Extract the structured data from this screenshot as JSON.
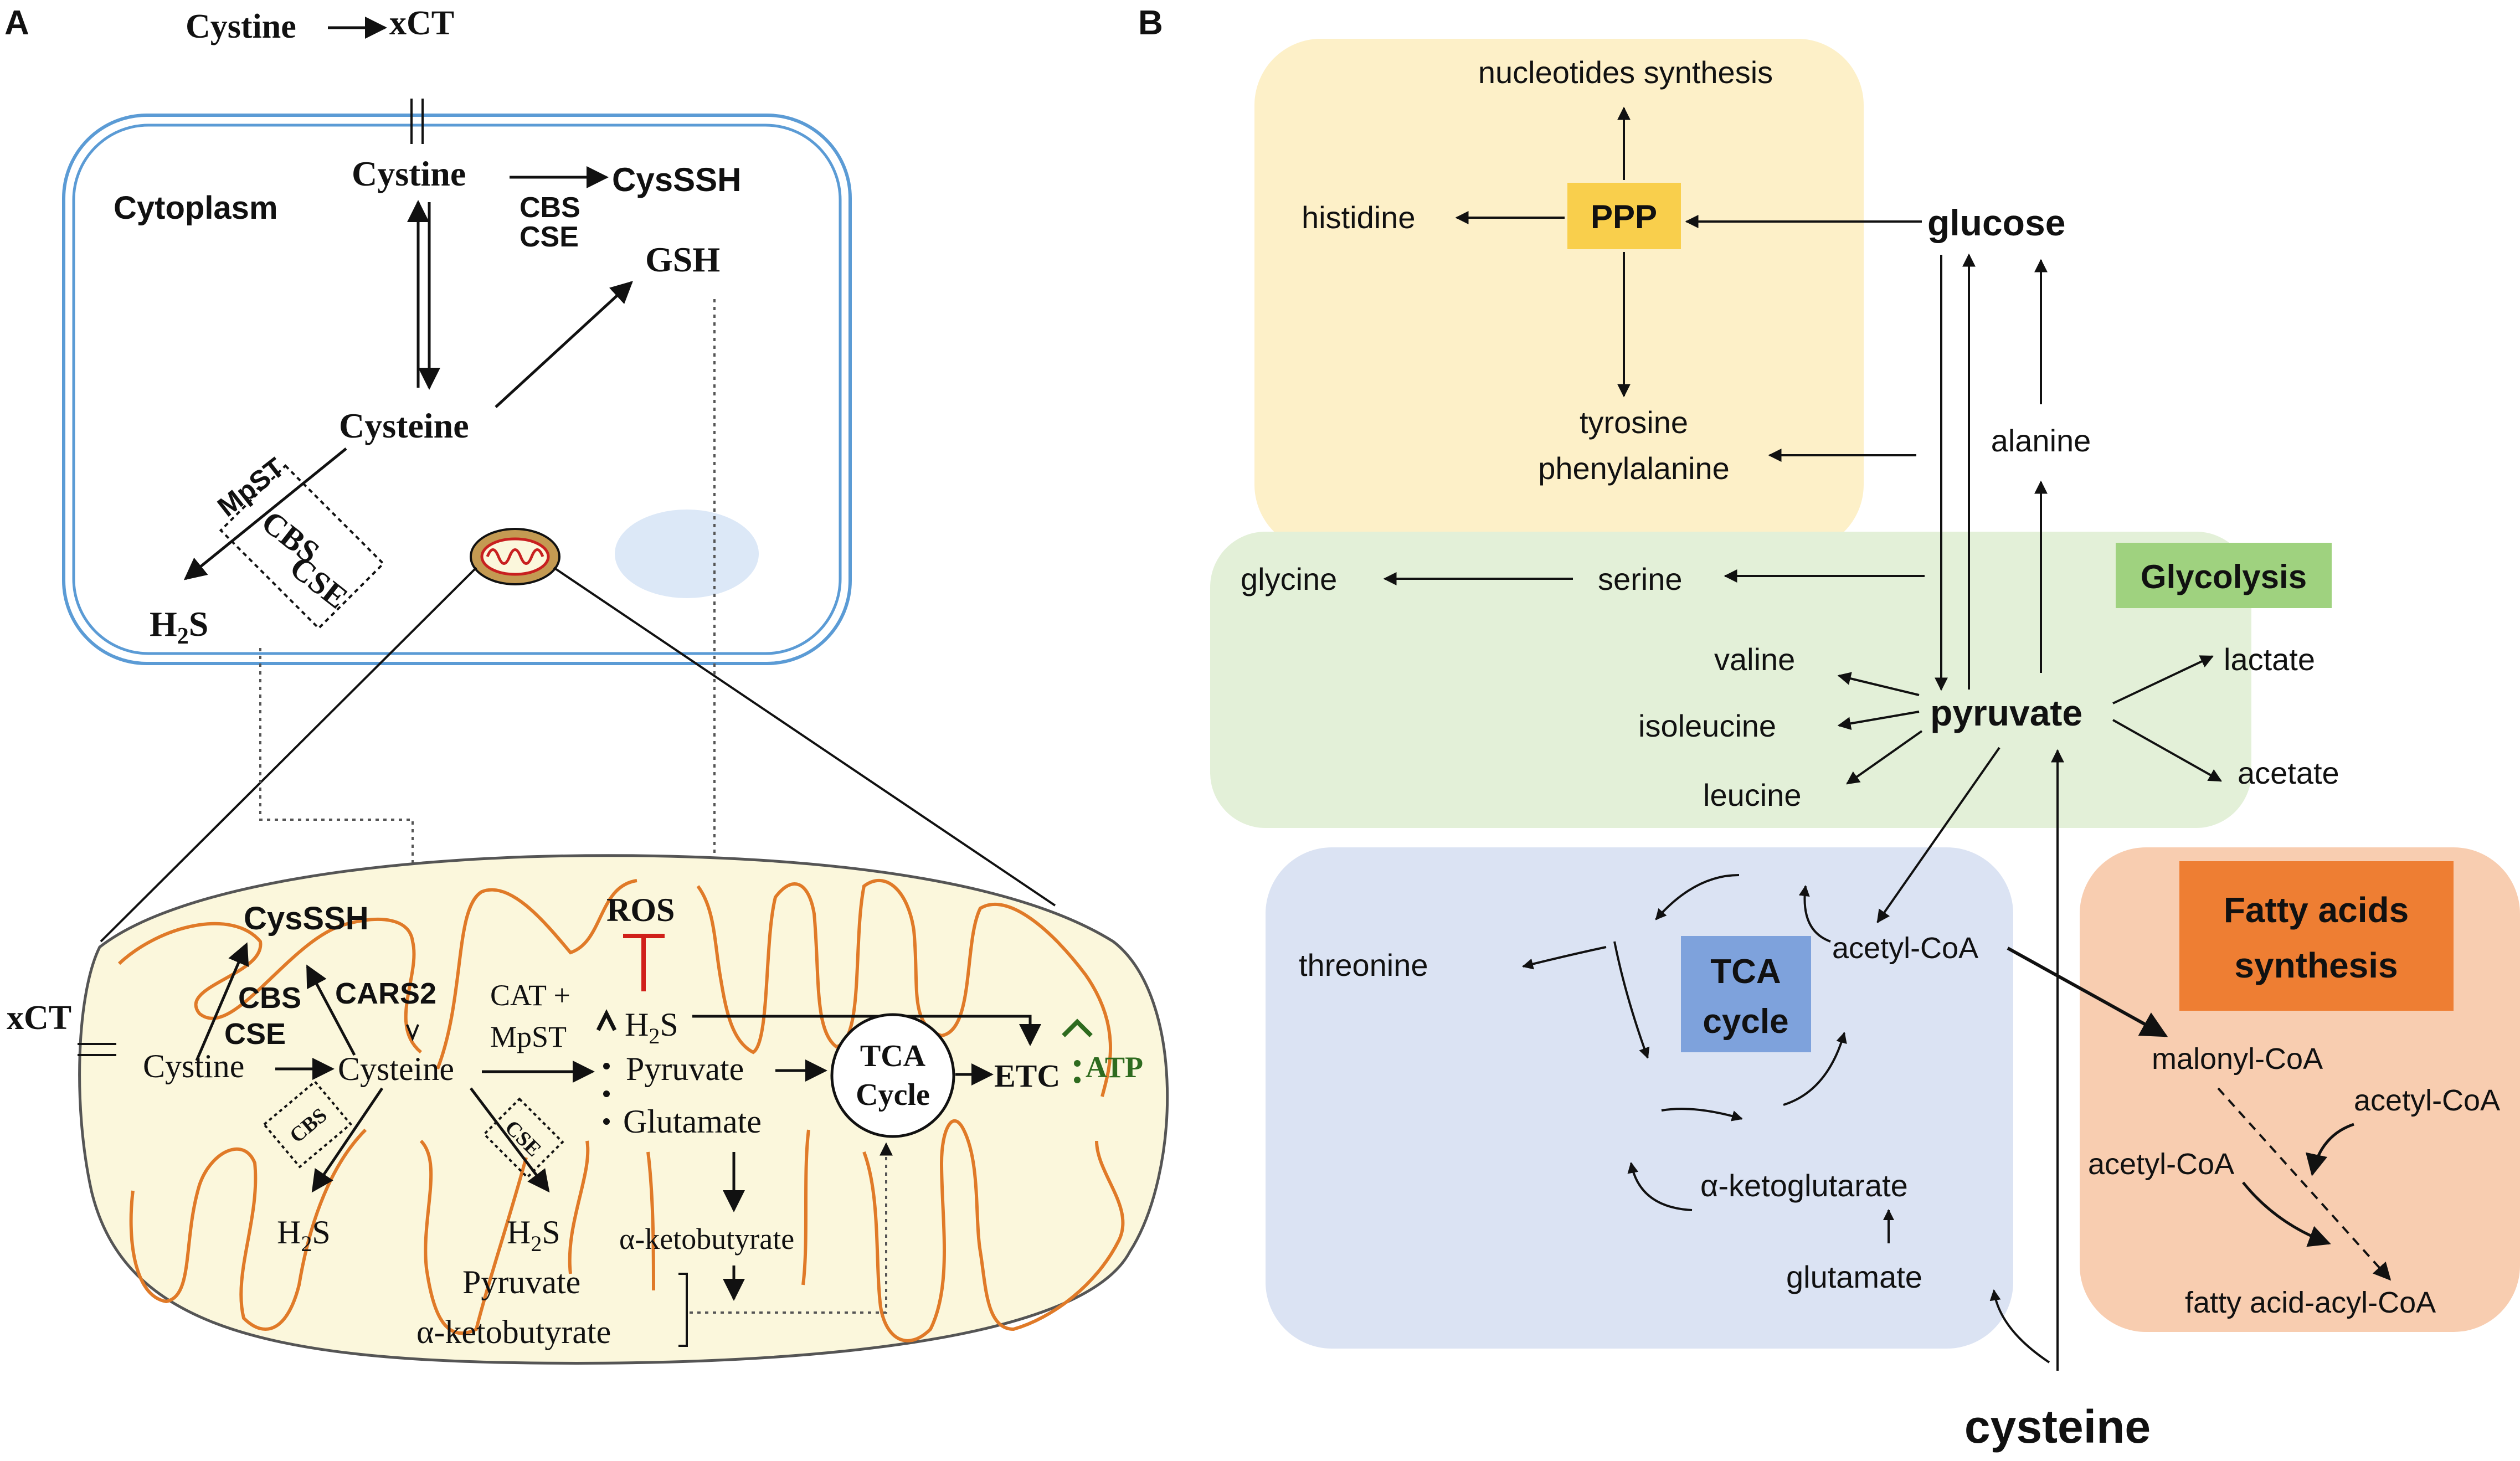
{
  "panel_a": {
    "label": "A",
    "top": {
      "cystine": "Cystine",
      "xct": "xCT"
    },
    "cell": {
      "cytoplasm": "Cytoplasm",
      "cystine": "Cystine",
      "cysssh": "CysSSH",
      "cbs": "CBS",
      "cse": "CSE",
      "gsh": "GSH",
      "cysteine": "Cysteine",
      "mpst": "MpST",
      "box_cbs": "CBS",
      "box_cse": "CSE",
      "h2s_h": "H",
      "h2s_sub": "2",
      "h2s_s": "S"
    },
    "mito": {
      "xct": "xCT",
      "cysssh": "CysSSH",
      "cbs": "CBS",
      "cse": "CSE",
      "cars2": "CARS2",
      "ros": "ROS",
      "cat": "CAT +",
      "mpst": "MpST",
      "cystine": "Cystine",
      "cysteine": "Cysteine",
      "box_cbs": "CBS",
      "box_cse": "CSE",
      "h2s_h": "H",
      "h2s_sub": "2",
      "h2s_s": "S",
      "pyruvate": "Pyruvate",
      "glutamate": "Glutamate",
      "tca_1": "TCA",
      "tca_2": "Cycle",
      "etc": "ETC",
      "atp": "ATP",
      "ketobutyrate": "α-ketobutyrate",
      "pyruvate2": "Pyruvate",
      "ketobutyrate2": "α-ketobutyrate"
    }
  },
  "panel_b": {
    "label": "B",
    "ppp_box": {
      "nucleotides": "nucleotides synthesis",
      "histidine": "histidine",
      "ppp": "PPP",
      "tyrosine": "tyrosine",
      "phenylalanine": "phenylalanine"
    },
    "glucose": "glucose",
    "alanine": "alanine",
    "glycolysis_box": {
      "title": "Glycolysis",
      "glycine": "glycine",
      "serine": "serine",
      "valine": "valine",
      "isoleucine": "isoleucine",
      "leucine": "leucine",
      "pyruvate": "pyruvate",
      "lactate": "lactate",
      "acetate": "acetate"
    },
    "tca_box": {
      "threonine": "threonine",
      "tca_1": "TCA",
      "tca_2": "cycle",
      "acetyl_coa": "acetyl-CoA",
      "ketoglutarate": "α-ketoglutarate",
      "glutamate": "glutamate"
    },
    "fa_box": {
      "title_1": "Fatty acids",
      "title_2": "synthesis",
      "malonyl": "malonyl-CoA",
      "acetyl_1": "acetyl-CoA",
      "acetyl_2": "acetyl-CoA",
      "fatty_acyl": "fatty acid-acyl-CoA"
    },
    "cysteine": "cysteine"
  },
  "colors": {
    "cell_membrane": "#5b9bd5",
    "nucleus": "#dce8f7",
    "mito_fill": "#fbf7dc",
    "cristae": "#e07a28",
    "ros_red": "#d0201a",
    "atp_green": "#2e6b1f",
    "ppp_region": "#fdf0c8",
    "ppp_label": "#f9cf4c",
    "glycolysis_region": "#e3f0d8",
    "glycolysis_label": "#9fd27f",
    "tca_region": "#dbe3f3",
    "tca_label": "#7ea2dc",
    "fa_region": "#f8cdb0",
    "fa_label": "#ee7e33"
  }
}
